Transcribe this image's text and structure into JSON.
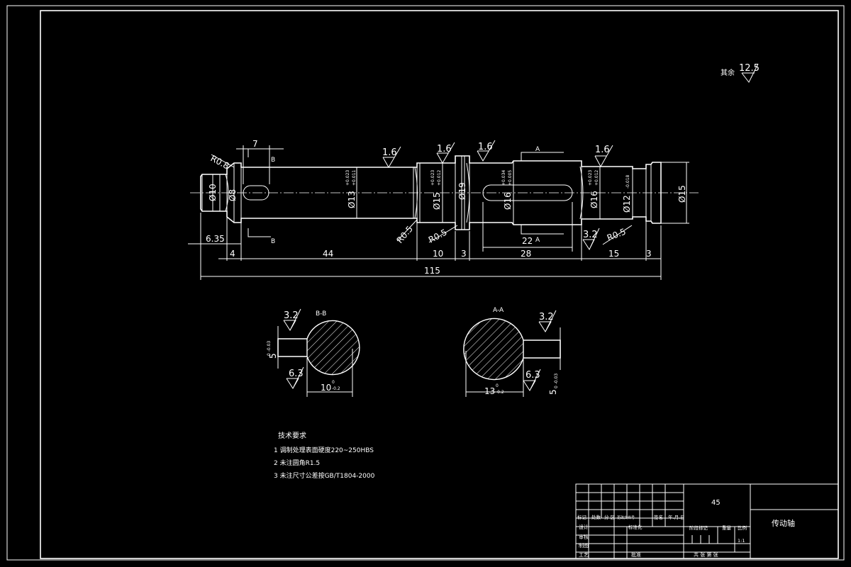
{
  "drawing": {
    "general_roughness_prefix": "其余",
    "general_roughness": "12.5",
    "shaft": {
      "chamfer_left": "R0.8",
      "keyway_len": "7",
      "section_b_label": "B",
      "section_a_label": "A",
      "diameters": {
        "d10": "Ø10",
        "d8": "Ø8",
        "d13": "Ø13",
        "d13_tol_up": "+0.023",
        "d13_tol_lo": "+0.011",
        "d15": "Ø15",
        "d15_tol_up": "+0.023",
        "d15_tol_lo": "+0.012",
        "d19": "Ø19",
        "d16": "Ø16",
        "d16_tol_up": "+0.034",
        "d16_tol_lo": "+0.005",
        "d16b": "Ø16",
        "d16b_tol_up": "+0.023",
        "d16b_tol_lo": "+0.012",
        "d12": "Ø12",
        "d12_tol": "-0.018",
        "d15_end": "Ø15"
      },
      "roughness": [
        "1.6",
        "1.6",
        "1.6",
        "1.6",
        "3.2"
      ],
      "fillets": [
        "R0.5",
        "R0.5",
        "R0.5"
      ],
      "lengths": {
        "l_635": "6.35",
        "l_4": "4",
        "l_44": "44",
        "l_10": "10",
        "l_3a": "3",
        "l_28": "28",
        "l_22": "22",
        "l_15": "15",
        "l_3b": "3",
        "l_115": "115"
      }
    },
    "section_bb": {
      "title": "B-B",
      "rough_top": "3.2",
      "rough_bottom": "6.3",
      "width_dim": "5",
      "width_tol": "0 -0.03",
      "depth_dim": "10",
      "depth_tol_up": "0",
      "depth_tol_lo": "-0.2"
    },
    "section_aa": {
      "title": "A-A",
      "rough_top": "3.2",
      "rough_bottom": "6.3",
      "depth_dim": "13",
      "depth_tol_up": "0",
      "depth_tol_lo": "-0.2",
      "width_dim": "5",
      "width_tol": "0 -0.03"
    },
    "notes": {
      "heading": "技术要求",
      "items": [
        "1 调制处理表面硬度220~250HBS",
        "2 未注圆角R1.5",
        "3 未注尺寸公差按GB/T1804-2000"
      ]
    },
    "title_block": {
      "material": "45",
      "part_name": "传动轴",
      "rev_headers": [
        "标记",
        "处数",
        "分 区",
        "更改文件号",
        "签名",
        "年.月.日"
      ],
      "role_design": "设计",
      "role_std": "标准化",
      "stage_label": "阶段标记",
      "weight_label": "重量",
      "scale_label": "比例",
      "scale_value": "1:1",
      "role_check": "审核",
      "role_draw": "制图",
      "role_craft": "工艺",
      "role_approve": "批准",
      "sheet_text": "共 张 第 张"
    }
  }
}
